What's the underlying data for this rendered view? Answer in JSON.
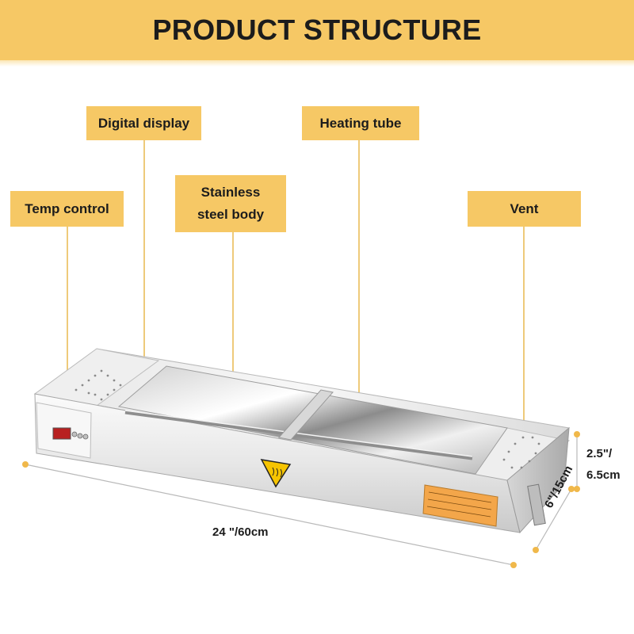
{
  "header": {
    "title": "PRODUCT STRUCTURE"
  },
  "callouts": {
    "digital_display": "Digital display",
    "heating_tube": "Heating tube",
    "stainless_line1": "Stainless",
    "stainless_line2": "steel body",
    "temp_control": "Temp control",
    "vent": "Vent"
  },
  "dimensions": {
    "length": "24 \"/60cm",
    "height_in": "2.5\"/",
    "height_cm": "6.5cm",
    "depth": "6\"/15cm"
  },
  "colors": {
    "accent": "#f6c865",
    "leader": "#e8b84f",
    "steel_light": "#f4f4f4",
    "steel_mid": "#d9d9d9",
    "steel_dark": "#9a9a9a",
    "warning_yellow": "#f6c400",
    "label_orange": "#f3a64a"
  },
  "icons": {
    "warning": "hot-surface-warning-icon",
    "vent": "vent-hole-pattern"
  }
}
